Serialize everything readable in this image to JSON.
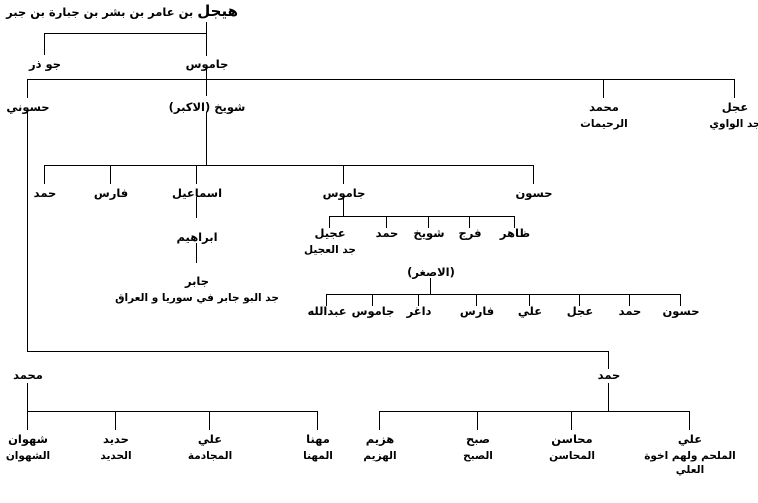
{
  "title": {
    "emphasis": "هيجل",
    "rest": " بن عامر بن بشر بن جبارة بن جبر"
  },
  "nodes": {
    "jamous_root": {
      "name": "جاموس"
    },
    "jothar": {
      "name": "جو ذر"
    },
    "shuwaikh_akbar": {
      "name": "شويخ (الاكبر)"
    },
    "hasouni": {
      "name": "حسوني"
    },
    "muhammad_rahimat": {
      "name": "محمد",
      "sub": "الرحيمات"
    },
    "ajil_wawi": {
      "name": "عجل",
      "sub": "جد الواوي"
    },
    "hamad_r4": {
      "name": "حمد"
    },
    "faris_r4": {
      "name": "فارس"
    },
    "ismail": {
      "name": "اسماعيل"
    },
    "jamous_r4": {
      "name": "جاموس"
    },
    "hasoun_r4": {
      "name": "حسون"
    },
    "ibrahim": {
      "name": "ابراهيم"
    },
    "jabir": {
      "name": "جابر",
      "sub": "جد البو جابر في سوريا و العراق"
    },
    "ujail": {
      "name": "عجيل",
      "sub": "جد العجيل"
    },
    "hamad_r5": {
      "name": "حمد"
    },
    "shuwaikh_r5": {
      "name": "شويخ"
    },
    "faraj": {
      "name": "فرج"
    },
    "dhahir": {
      "name": "ظاهر"
    },
    "asghar": {
      "name": "(الاصغر)"
    },
    "abdullah": {
      "name": "عبدالله"
    },
    "jamous_r6": {
      "name": "جاموس"
    },
    "dagher": {
      "name": "داغر"
    },
    "faris_r6": {
      "name": "فارس"
    },
    "ali_r6": {
      "name": "علي"
    },
    "ajil_r6": {
      "name": "عجل"
    },
    "hamad_r6": {
      "name": "حمد"
    },
    "hasoun_r6": {
      "name": "حسون"
    },
    "muhammad_b": {
      "name": "محمد"
    },
    "hamad_b": {
      "name": "حمد"
    },
    "shahwan": {
      "name": "شهوان",
      "sub": "الشهوان"
    },
    "hadid": {
      "name": "حديد",
      "sub": "الحديد"
    },
    "ali_majadma": {
      "name": "علي",
      "sub": "المجادمة"
    },
    "mhanna": {
      "name": "مهنا",
      "sub": "المهنا"
    },
    "hazim": {
      "name": "هزيم",
      "sub": "الهزيم"
    },
    "subh": {
      "name": "صبح",
      "sub": "الصبح"
    },
    "mahasin": {
      "name": "محاسن",
      "sub": "المحاسن"
    },
    "ali_malham": {
      "name": "علي",
      "sub": "الملحم ولهم اخوة",
      "sub2": "العلي"
    }
  },
  "colors": {
    "line": "#000000",
    "text": "#000000",
    "background": "#ffffff"
  }
}
